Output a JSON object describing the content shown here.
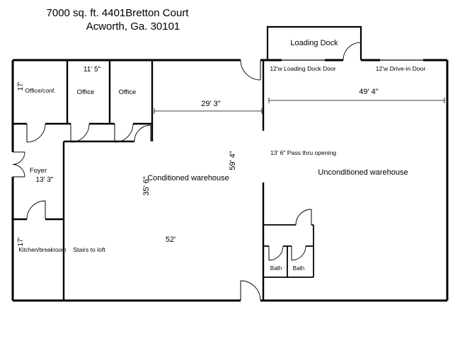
{
  "title": {
    "line1": "7000 sq. ft. 4401Bretton Court",
    "line2": "Acworth, Ga. 30101"
  },
  "rooms": {
    "loading_dock": "Loading Dock",
    "office_conf": "Office/conf.",
    "office_a": "Office",
    "office_b": "Office",
    "foyer": "Foyer",
    "conditioned_warehouse": "Conditioned warehouse",
    "unconditioned_warehouse": "Unconditioned warehouse",
    "kitchen_breakroom": "Kitchen/breakroom",
    "stairs_to_loft": "Stairs to loft",
    "bath_a": "Bath",
    "bath_b": "Bath"
  },
  "doors": {
    "loading_dock_door": "12'w Loading Dock Door",
    "drive_in_door": "12'w Drive-in Door",
    "pass_thru_opening": "13' 6\" Pass thru opening"
  },
  "dimensions": {
    "office_width": "11' 5\"",
    "office_conf_depth": "17'",
    "conditioned_upper_width": "29' 3\"",
    "unconditioned_width": "49' 4\"",
    "foyer_width": "13' 3\"",
    "conditioned_length": "59' 4\"",
    "conditioned_mid_width": "35' 6\"",
    "conditioned_lower_width": "52'",
    "kitchen_depth": "17'"
  },
  "colors": {
    "wall": "#000000",
    "background": "#ffffff",
    "text": "#000000"
  }
}
